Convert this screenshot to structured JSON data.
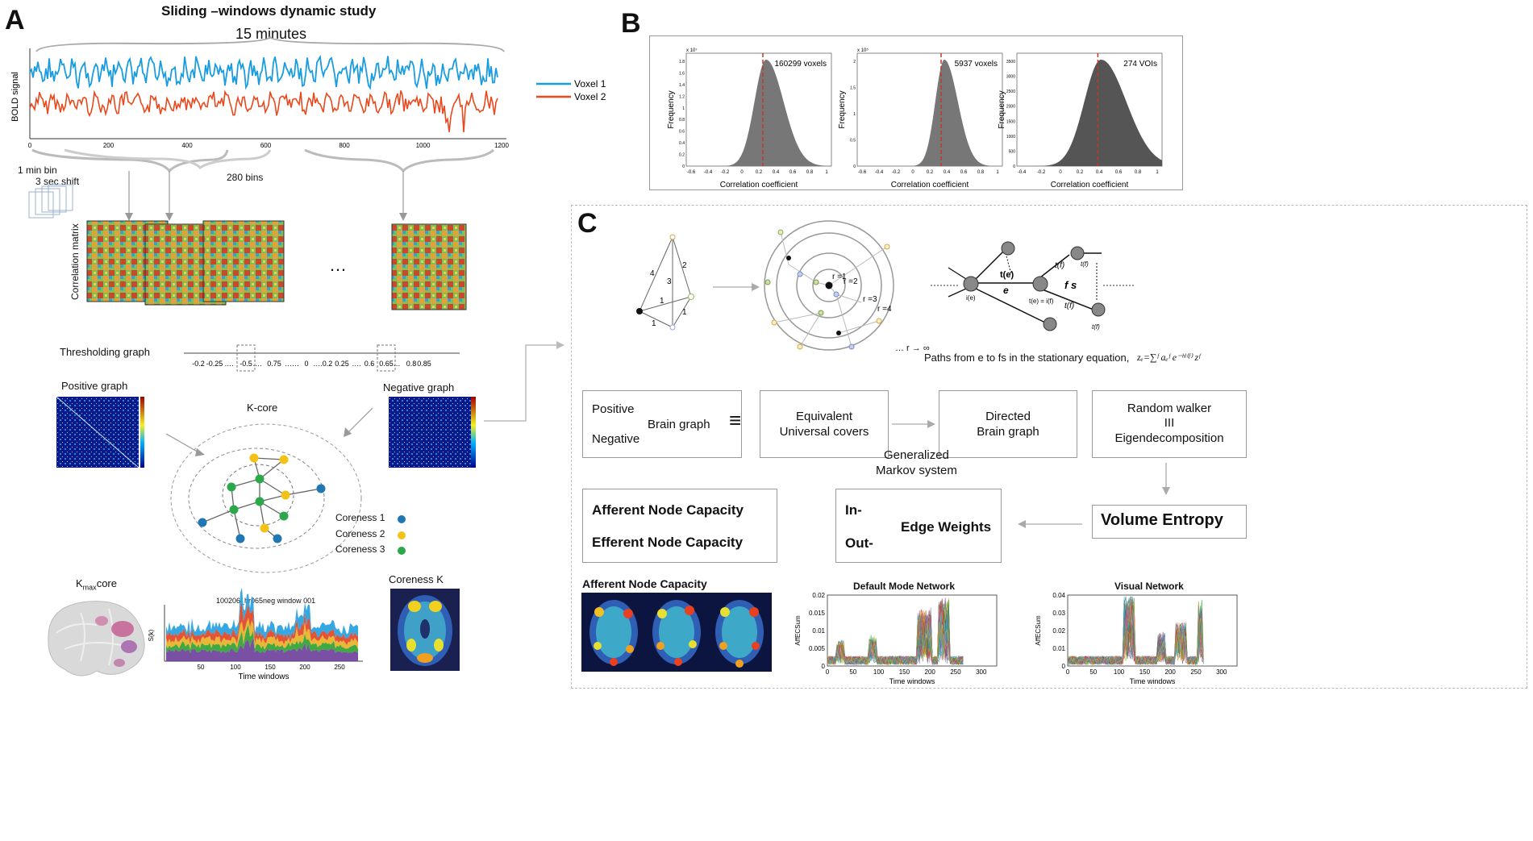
{
  "panelA": {
    "letter": "A",
    "title": "Sliding –windows dynamic study",
    "duration": "15 minutes",
    "ylabel": "BOLD signal",
    "x_ticks": [
      "0",
      "200",
      "400",
      "600",
      "800",
      "1000",
      "1200"
    ],
    "legend": [
      {
        "name": "Voxel 1",
        "color": "#1a9de0"
      },
      {
        "name": "Voxel 2",
        "color": "#e8491d"
      }
    ],
    "bin_label": "1 min bin",
    "shift_label": "3 sec shift",
    "bins_label": "280 bins",
    "corr_label": "Correlation matrix",
    "ellipsis": "…",
    "threshold_label": "Thresholding graph",
    "threshold_ticks": [
      "-0.2",
      "-0.25",
      "….",
      "-0.5",
      "….",
      "0.75",
      "……",
      "0",
      "….",
      "0.2",
      "0.25",
      "….",
      "0.6",
      "0.65",
      "…",
      "0.8",
      "0.85"
    ],
    "positive_graph": "Positive graph",
    "negative_graph": "Negative graph",
    "kcore_title": "K-core",
    "coreness": [
      {
        "label": "Coreness 1",
        "color": "#1f77b4"
      },
      {
        "label": "Coreness 2",
        "color": "#f2c218"
      },
      {
        "label": "Coreness 3",
        "color": "#2aa84a"
      }
    ],
    "kmax_main": "K",
    "kmax_sub": "max",
    "kmax_tail": "core",
    "stack_title": "100206_hr065neg window 001",
    "stack_ylabel": "S(k)",
    "stack_xlabel": "Time windows",
    "stack_xticks": [
      "50",
      "100",
      "150",
      "200",
      "250"
    ],
    "coreness_k": "Coreness K"
  },
  "panelB": {
    "letter": "B",
    "hists": [
      {
        "annot": "160299 voxels",
        "xlabel": "Correlation coefficient",
        "ylabel": "Frequency",
        "exp": "x 10⁷",
        "ticks": [
          "-0.6",
          "-0.4",
          "-0.2",
          "0",
          "0.2",
          "0.4",
          "0.6",
          "0.8",
          "1"
        ],
        "yticks": [
          "0",
          "0.2",
          "0.4",
          "0.6",
          "0.8",
          "1",
          "1.2",
          "1.4",
          "1.6",
          "1.8"
        ]
      },
      {
        "annot": "5937 voxels",
        "xlabel": "Correlation coefficient",
        "ylabel": "Frequency",
        "exp": "x 10⁵",
        "ticks": [
          "-0.6",
          "-0.4",
          "-0.2",
          "0",
          "0.2",
          "0.4",
          "0.6",
          "0.8",
          "1"
        ],
        "yticks": [
          "0",
          "0.5",
          "1",
          "1.5",
          "2"
        ]
      },
      {
        "annot": "274 VOIs",
        "xlabel": "Correlation coefficient",
        "ylabel": "Frequency",
        "exp": "",
        "ticks": [
          "-0.4",
          "-0.2",
          "0",
          "0.2",
          "0.4",
          "0.6",
          "0.8",
          "1"
        ],
        "yticks": [
          "0",
          "500",
          "1000",
          "1500",
          "2000",
          "2500",
          "3000",
          "3500"
        ]
      }
    ]
  },
  "panelC": {
    "letter": "C",
    "graph_edges": [
      "4",
      "2",
      "3",
      "1",
      "1",
      "1"
    ],
    "radii": [
      "r =1",
      "r =2",
      "r =3",
      "r =4"
    ],
    "r_inf": "… r → ∞",
    "paths_caption": "Paths from e to fs in the stationary equation,",
    "equation": "zₑ=∑ᶠ aₑᶠ e⁻ʰˡ⁽ᶠ⁾ zᶠ",
    "flow_labels": [
      "i(e)",
      "t(e)",
      "e",
      "t(e) = i(f)",
      "f s",
      "t(f)",
      "t(f)",
      "t(f)",
      "t(f)"
    ],
    "boxes": {
      "positive": "Positive",
      "negative": "Negative",
      "brain_graph": "Brain graph",
      "equiv": "≡",
      "equivalent": "Equivalent",
      "universal": "Universal covers",
      "directed": "Directed",
      "directed_brain": "Brain graph",
      "random_walker": "Random walker",
      "iii": "III",
      "eigen": "Eigendecomposition",
      "generalized": "Generalized",
      "markov": "Markov system",
      "afferent": "Afferent Node Capacity",
      "efferent": "Efferent Node Capacity",
      "in": "In-",
      "out": "Out-",
      "edge_weights": "Edge Weights",
      "volume_entropy": "Volume Entropy"
    },
    "afferent_title": "Afferent Node Capacity",
    "dmn_title": "Default Mode Network",
    "visual_title": "Visual Network",
    "ts_ylabel": "AffECSum",
    "ts_xlabel": "Time windows",
    "dmn_yticks": [
      "0",
      "0.005",
      "0.01",
      "0.015",
      "0.02"
    ],
    "vis_yticks": [
      "0",
      "0.01",
      "0.02",
      "0.03",
      "0.04"
    ],
    "ts_xticks": [
      "0",
      "50",
      "100",
      "150",
      "200",
      "250",
      "300"
    ]
  }
}
